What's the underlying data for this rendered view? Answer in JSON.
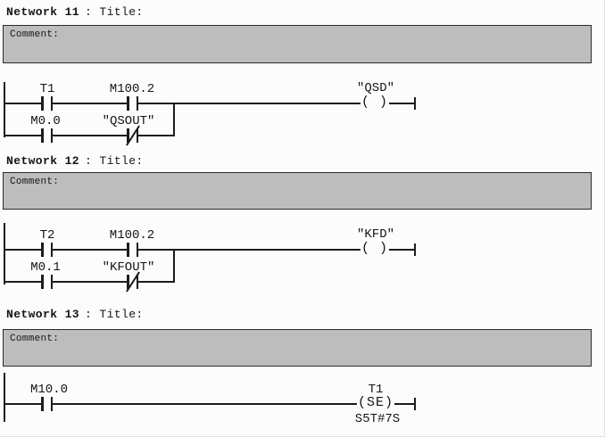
{
  "app": {
    "view_name": "LAD ladder logic networks"
  },
  "colors": {
    "background": "#fcfcfc",
    "comment_fill": "#bdbdbd",
    "wire": "#1c1c1c",
    "text": "#151515"
  },
  "networks": [
    {
      "label": "Network 11",
      "title": ": Title:",
      "comment": "Comment:",
      "rung": {
        "main_contacts": [
          {
            "label": "T1",
            "type": "NO"
          },
          {
            "label": "M100.2",
            "type": "NO"
          }
        ],
        "branch_contacts": [
          {
            "label": "M0.0",
            "type": "NO"
          },
          {
            "label": "\"QSOUT\"",
            "type": "NC"
          }
        ],
        "coil": {
          "label": "\"QSD\"",
          "symbol": "( )",
          "type": "output-coil"
        }
      }
    },
    {
      "label": "Network 12",
      "title": ": Title:",
      "comment": "Comment:",
      "rung": {
        "main_contacts": [
          {
            "label": "T2",
            "type": "NO"
          },
          {
            "label": "M100.2",
            "type": "NO"
          }
        ],
        "branch_contacts": [
          {
            "label": "M0.1",
            "type": "NO"
          },
          {
            "label": "\"KFOUT\"",
            "type": "NC"
          }
        ],
        "coil": {
          "label": "\"KFD\"",
          "symbol": "( )",
          "type": "output-coil"
        }
      }
    },
    {
      "label": "Network 13",
      "title": ": Title:",
      "comment": "Comment:",
      "rung": {
        "main_contacts": [
          {
            "label": "M10.0",
            "type": "NO"
          }
        ],
        "coil": {
          "label": "T1",
          "symbol": "(SE)",
          "time": "S5T#7S",
          "type": "set-timer-coil"
        }
      }
    }
  ]
}
